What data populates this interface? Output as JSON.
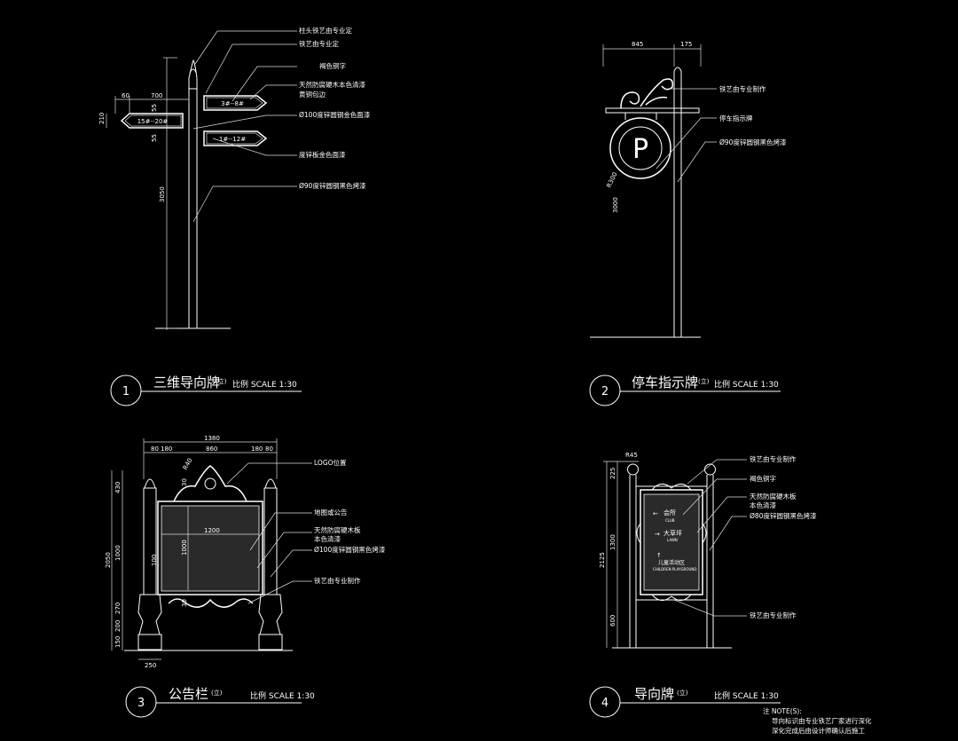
{
  "panel1": {
    "number": "1",
    "title": "三维导向牌",
    "title_mark": "(立)",
    "scale": "比例 SCALE 1:30",
    "notes": [
      "柱头铁艺由专业定",
      "铁艺由专业定",
      "褐色铜字",
      "天然防腐硬木本色清漆",
      "黄铜包边",
      "Ø100度锌圆钢金色面漆",
      "度锌板金色面漆",
      "Ø90度锌圆钢黑色烤漆"
    ],
    "dims": {
      "d60": "60",
      "d700": "700",
      "d210": "210",
      "d55a": "55",
      "d55b": "55",
      "d3050": "3050"
    },
    "signs": {
      "s1": "3#--8#",
      "s2": "15#--20#",
      "s3": "1#--12#"
    }
  },
  "panel2": {
    "number": "2",
    "title": "停车指示牌",
    "title_mark": "(立)",
    "scale": "比例 SCALE 1:30",
    "notes": [
      "铁艺由专业制作",
      "停车指示牌",
      "Ø90度锌圆钢黑色烤漆"
    ],
    "dims": {
      "d845": "845",
      "d175": "175",
      "dR300": "R300",
      "d3000": "3000"
    },
    "symbol": "P"
  },
  "panel3": {
    "number": "3",
    "title": "公告栏",
    "title_mark": "(立)",
    "scale": "比例 SCALE 1:30",
    "notes": [
      "LOGO位置",
      "地图或公告",
      "天然防腐硬木板",
      "本色清漆",
      "Ø100度锌圆钢黑色烤漆",
      "铁艺由专业制作"
    ],
    "dims": {
      "d1380": "1380",
      "d80a": "80",
      "d180a": "180",
      "d860": "860",
      "d180b": "180",
      "d80b": "80",
      "d430": "430",
      "d2050": "2050",
      "d1000a": "1000",
      "d270": "270",
      "d200": "200",
      "d150": "150",
      "d250": "250",
      "d1200": "1200",
      "d1000b": "1000",
      "d100": "100",
      "dR40": "R40",
      "d30": "30",
      "d30b": "30"
    }
  },
  "panel4": {
    "number": "4",
    "title": "导向牌",
    "title_mark": "(立)",
    "scale": "比例 SCALE 1:30",
    "notes": [
      "铁艺由专业制作",
      "褐色铜字",
      "天然防腐硬木板",
      "本色清漆",
      "Ø80度锌圆钢黑色烤漆",
      "铁艺由专业制作"
    ],
    "dims": {
      "dR45": "R45",
      "d225": "225",
      "d2125": "2125",
      "d1300": "1300",
      "d600": "600"
    },
    "sign_items": [
      "会所",
      "CLUB",
      "大草坪",
      "LAWN",
      "儿童活动区",
      "CHILDREN PLAYGROUND"
    ],
    "footnote": [
      "注 NOTE(S):",
      "导向标识由专业铁艺厂家进行深化",
      "深化完成后由设计师确认后施工"
    ]
  }
}
